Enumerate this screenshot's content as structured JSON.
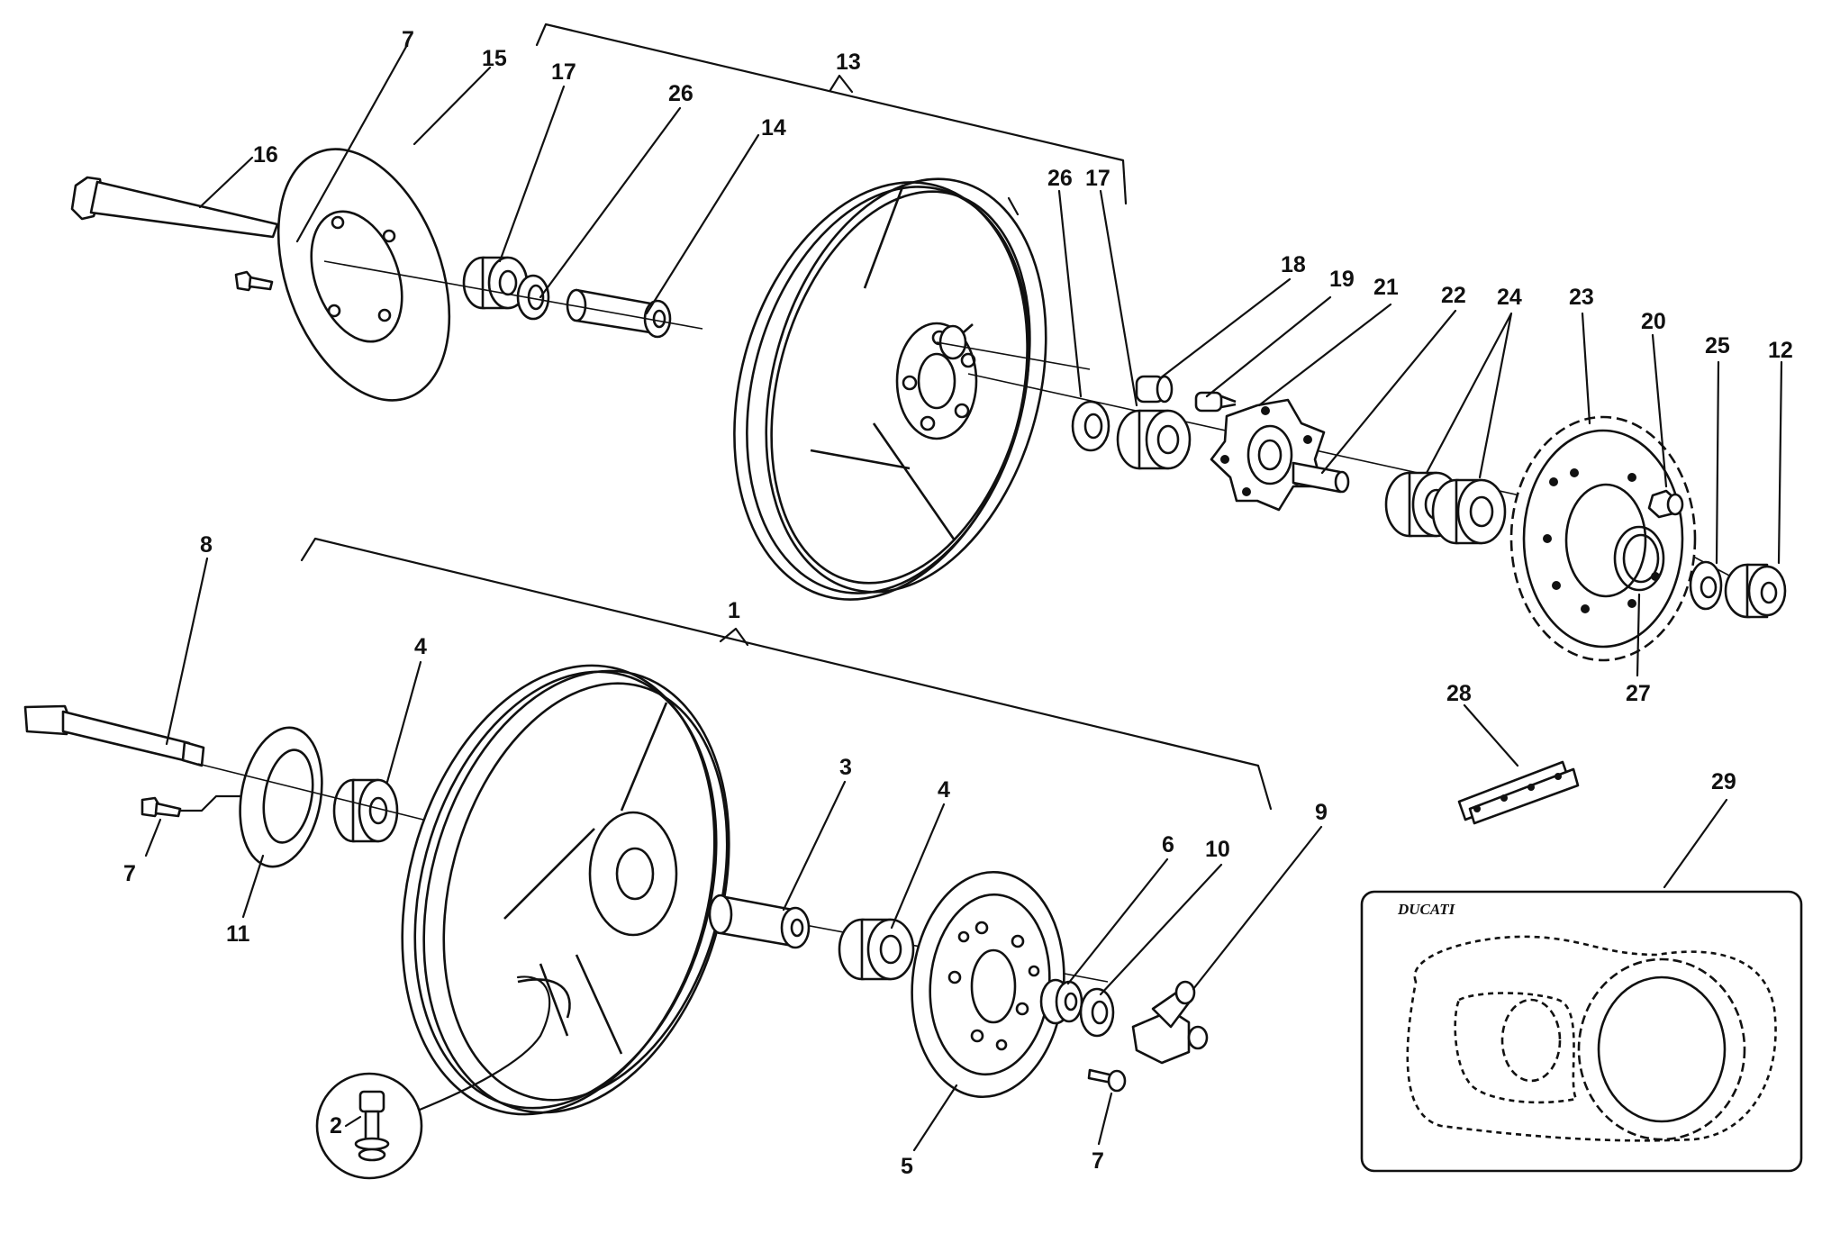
{
  "labels": {
    "l1": "1",
    "l2": "2",
    "l3": "3",
    "l4a": "4",
    "l4b": "4",
    "l5": "5",
    "l6": "6",
    "l7a": "7",
    "l7b": "7",
    "l7c": "7",
    "l8": "8",
    "l9": "9",
    "l10": "10",
    "l11": "11",
    "l12": "12",
    "l13": "13",
    "l14": "14",
    "l15": "15",
    "l16": "16",
    "l17a": "17",
    "l17b": "17",
    "l18": "18",
    "l19": "19",
    "l20": "20",
    "l21": "21",
    "l22": "22",
    "l23": "23",
    "l24": "24",
    "l25": "25",
    "l26a": "26",
    "l26b": "26",
    "l27": "27",
    "l28": "28",
    "l29": "29"
  },
  "brand": "DUCATI"
}
